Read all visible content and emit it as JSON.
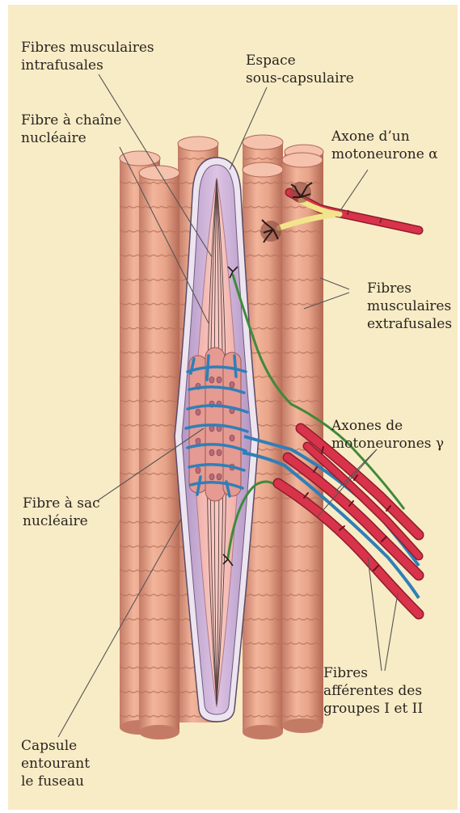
{
  "labels": {
    "intrafusal": [
      "Fibres musculaires",
      "intrafusales"
    ],
    "subcapsular": [
      "Espace",
      "sous-capsulaire"
    ],
    "chain": [
      "Fibre à chaîne",
      "nucléaire"
    ],
    "alpha": [
      "Axone d’un",
      "motoneurone α"
    ],
    "extrafusal": [
      "Fibres",
      "musculaires",
      "extrafusales"
    ],
    "gamma": [
      "Axones de",
      "motoneurones γ"
    ],
    "bag": [
      "Fibre à sac",
      "nucléaire"
    ],
    "afferent": [
      "Fibres",
      "afférentes des",
      "groupes I et II"
    ],
    "capsule": [
      "Capsule",
      "entourant",
      "le fuseau"
    ]
  },
  "colors": {
    "background": "#f8ecc6",
    "muscle": "#e7a489",
    "muscle_dark": "#b86a57",
    "capsule": "#c9a8d4",
    "spindle_inner": "#f2b4ac",
    "motor_axon": "#d8334a",
    "afferent_axon": "#2f7fb8",
    "gamma_sensory": "#3f8a3a",
    "alpha_terminal": "#f2e48a",
    "leader_line": "#555555"
  }
}
